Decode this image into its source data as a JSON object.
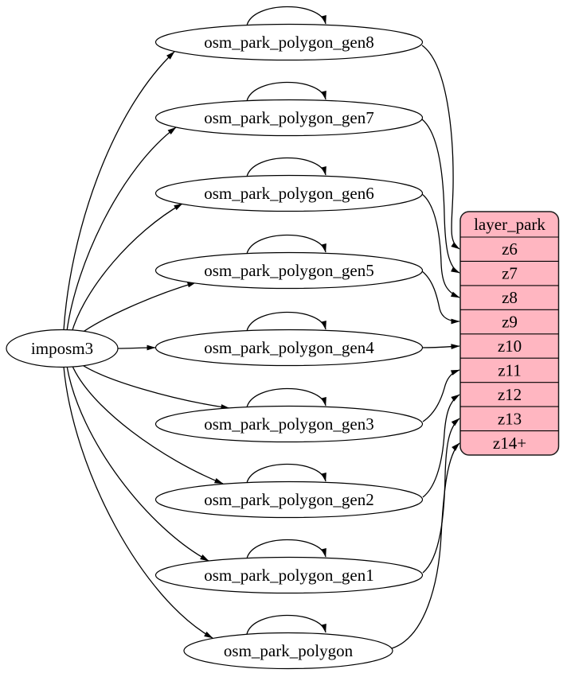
{
  "source": {
    "label": "imposm3"
  },
  "tables": [
    "osm_park_polygon_gen8",
    "osm_park_polygon_gen7",
    "osm_park_polygon_gen6",
    "osm_park_polygon_gen5",
    "osm_park_polygon_gen4",
    "osm_park_polygon_gen3",
    "osm_park_polygon_gen2",
    "osm_park_polygon_gen1",
    "osm_park_polygon"
  ],
  "layer": {
    "header": "layer_park",
    "rows": [
      "z6",
      "z7",
      "z8",
      "z9",
      "z10",
      "z11",
      "z12",
      "z13",
      "z14+"
    ]
  },
  "edges": {
    "from_source_to": [
      "osm_park_polygon_gen8",
      "osm_park_polygon_gen7",
      "osm_park_polygon_gen6",
      "osm_park_polygon_gen5",
      "osm_park_polygon_gen4",
      "osm_park_polygon_gen3",
      "osm_park_polygon_gen2",
      "osm_park_polygon_gen1",
      "osm_park_polygon"
    ],
    "self_loops_on": [
      "osm_park_polygon_gen8",
      "osm_park_polygon_gen7",
      "osm_park_polygon_gen6",
      "osm_park_polygon_gen5",
      "osm_park_polygon_gen4",
      "osm_park_polygon_gen3",
      "osm_park_polygon_gen2",
      "osm_park_polygon_gen1",
      "osm_park_polygon"
    ],
    "table_to_zoom_row": [
      {
        "table": "osm_park_polygon_gen8",
        "row": "z6"
      },
      {
        "table": "osm_park_polygon_gen7",
        "row": "z7"
      },
      {
        "table": "osm_park_polygon_gen6",
        "row": "z8"
      },
      {
        "table": "osm_park_polygon_gen5",
        "row": "z9"
      },
      {
        "table": "osm_park_polygon_gen4",
        "row": "z10"
      },
      {
        "table": "osm_park_polygon_gen3",
        "row": "z11"
      },
      {
        "table": "osm_park_polygon_gen2",
        "row": "z12"
      },
      {
        "table": "osm_park_polygon_gen1",
        "row": "z13"
      },
      {
        "table": "osm_park_polygon",
        "row": "z14+"
      }
    ]
  },
  "colors": {
    "layer_table_fill": "#ffb6c1",
    "node_fill": "#ffffff",
    "stroke": "#000000",
    "text": "#000000"
  }
}
